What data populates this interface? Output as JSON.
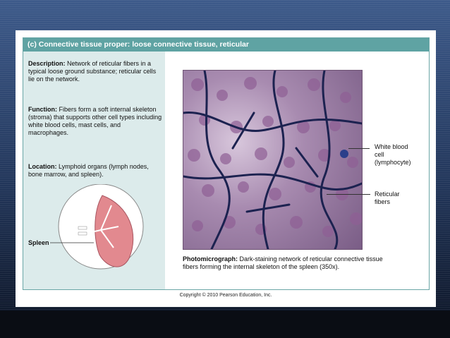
{
  "banner": "(c) Connective tissue proper: loose connective tissue, reticular",
  "description": {
    "label": "Description:",
    "text": " Network of reticular fibers in a typical loose ground substance; reticular cells lie on the network."
  },
  "function": {
    "label": "Function:",
    "text": " Fibers form a soft internal skeleton (stroma) that supports other cell types including white blood cells, mast cells, and macrophages."
  },
  "location": {
    "label": "Location:",
    "text": " Lymphoid organs (lymph nodes, bone marrow, and spleen)."
  },
  "spleen_label": "Spleen",
  "micro_labels": {
    "wbc": "White blood\ncell\n(lymphocyte)",
    "fibers": "Reticular\nfibers"
  },
  "caption": {
    "label": "Photomicrograph:",
    "text": " Dark-staining network of reticular connective tissue fibers forming the internal skeleton of the spleen (350x)."
  },
  "copyright": "Copyright © 2010 Pearson Education, Inc.",
  "colors": {
    "banner": "#5fa3a3",
    "panel": "#dcebeb",
    "spleen": "#e2898f"
  }
}
